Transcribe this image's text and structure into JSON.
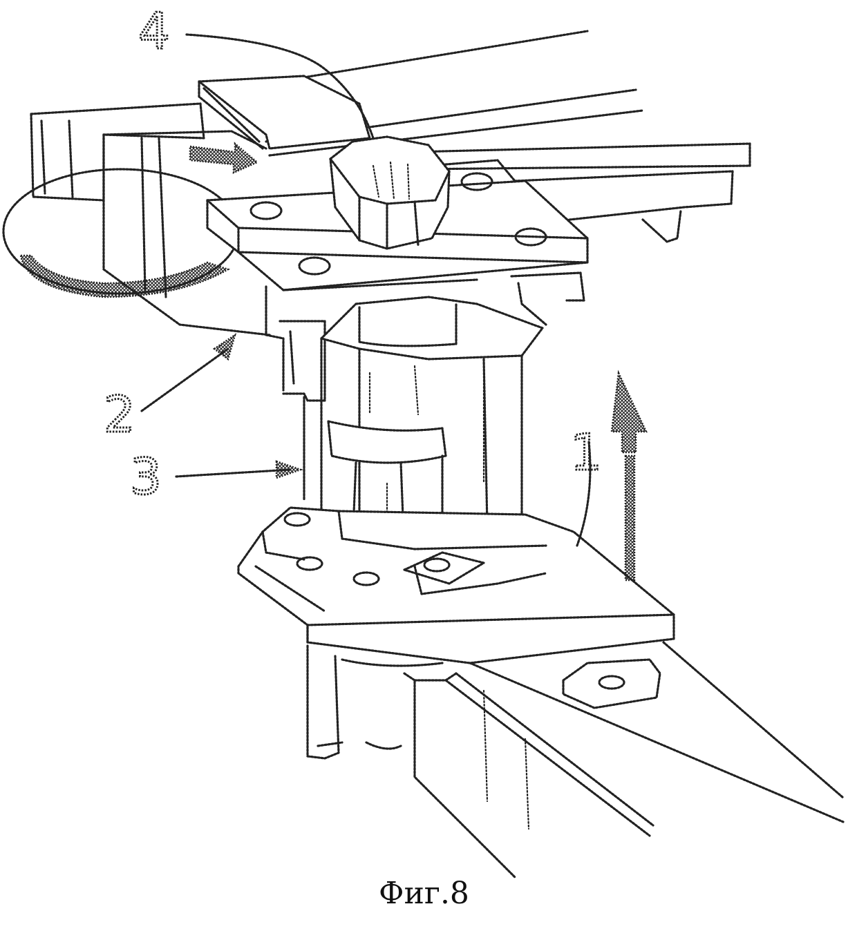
{
  "figure": {
    "caption": "Фиг.8",
    "reference_labels": {
      "label_4": "4",
      "label_2": "2",
      "label_3": "3",
      "label_1": "1"
    }
  }
}
